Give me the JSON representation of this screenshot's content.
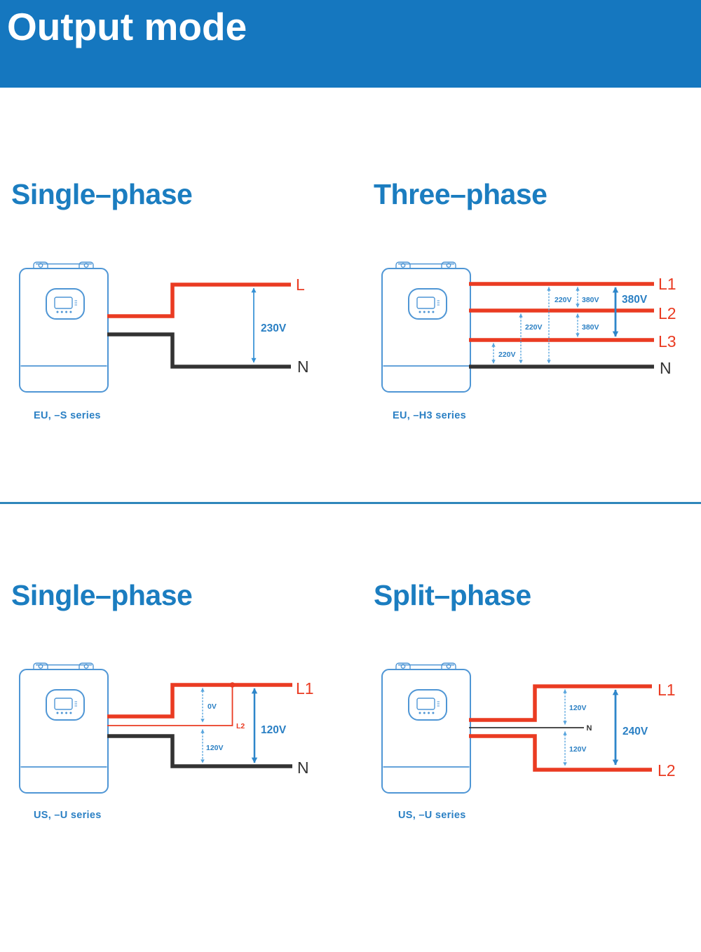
{
  "header": {
    "title": "Output mode"
  },
  "diagram1": {
    "title": "Single–phase",
    "caption": "EU, –S series",
    "line_l": "L",
    "line_n": "N",
    "v_l_n": "230V"
  },
  "diagram2": {
    "title": "Three–phase",
    "caption": "EU, –H3 series",
    "line_l1": "L1",
    "line_l2": "L2",
    "line_l3": "L3",
    "line_n": "N",
    "v_l1_n": "220V",
    "v_l2_n": "220V",
    "v_l3_n": "220V",
    "v_l1_l2": "380V",
    "v_l2_l3": "380V",
    "v_l1_l3": "380V"
  },
  "diagram3": {
    "title": "Single–phase",
    "caption": "US, –U series",
    "line_l1": "L1",
    "line_l2": "L2",
    "line_n": "N",
    "v_l1_l2": "0V",
    "v_l2_n": "120V",
    "v_l1_n": "120V"
  },
  "diagram4": {
    "title": "Split–phase",
    "caption": "US, –U series",
    "line_l1": "L1",
    "line_l2": "L2",
    "line_n": "N",
    "v_l1_n": "120V",
    "v_n_l2": "120V",
    "v_l1_l2": "240V"
  },
  "colors": {
    "header_bg": "#1577bf",
    "title_blue": "#1b7dc0",
    "caption_blue": "#2b80c4",
    "wire_red": "#ea3b22",
    "wire_dark": "#333333",
    "arrow_blue": "#2e86ca",
    "device_outline": "#4f96d5",
    "divider_blue": "#2f86bb"
  }
}
